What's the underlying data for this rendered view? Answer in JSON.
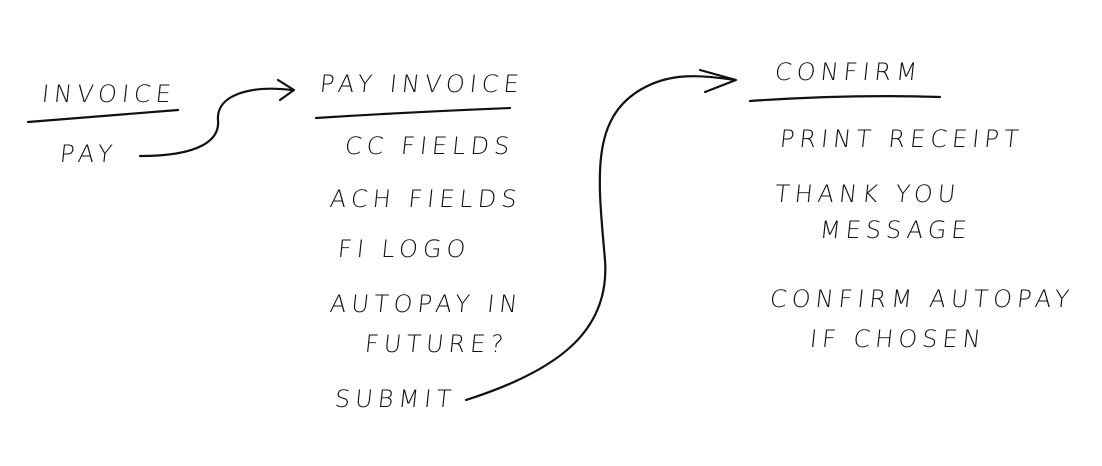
{
  "invoice": {
    "title": "INVOICE",
    "items": [
      "PAY"
    ]
  },
  "pay_invoice": {
    "title": "PAY INVOICE",
    "items": [
      "CC FIELDS",
      "ACH FIELDS",
      "FI LOGO",
      "AUTOPAY IN",
      "FUTURE?",
      "SUBMIT"
    ]
  },
  "confirm": {
    "title": "CONFIRM",
    "items": [
      "PRINT RECEIPT",
      "THANK YOU",
      "MESSAGE",
      "CONFIRM AUTOPAY",
      "IF CHOSEN"
    ]
  }
}
